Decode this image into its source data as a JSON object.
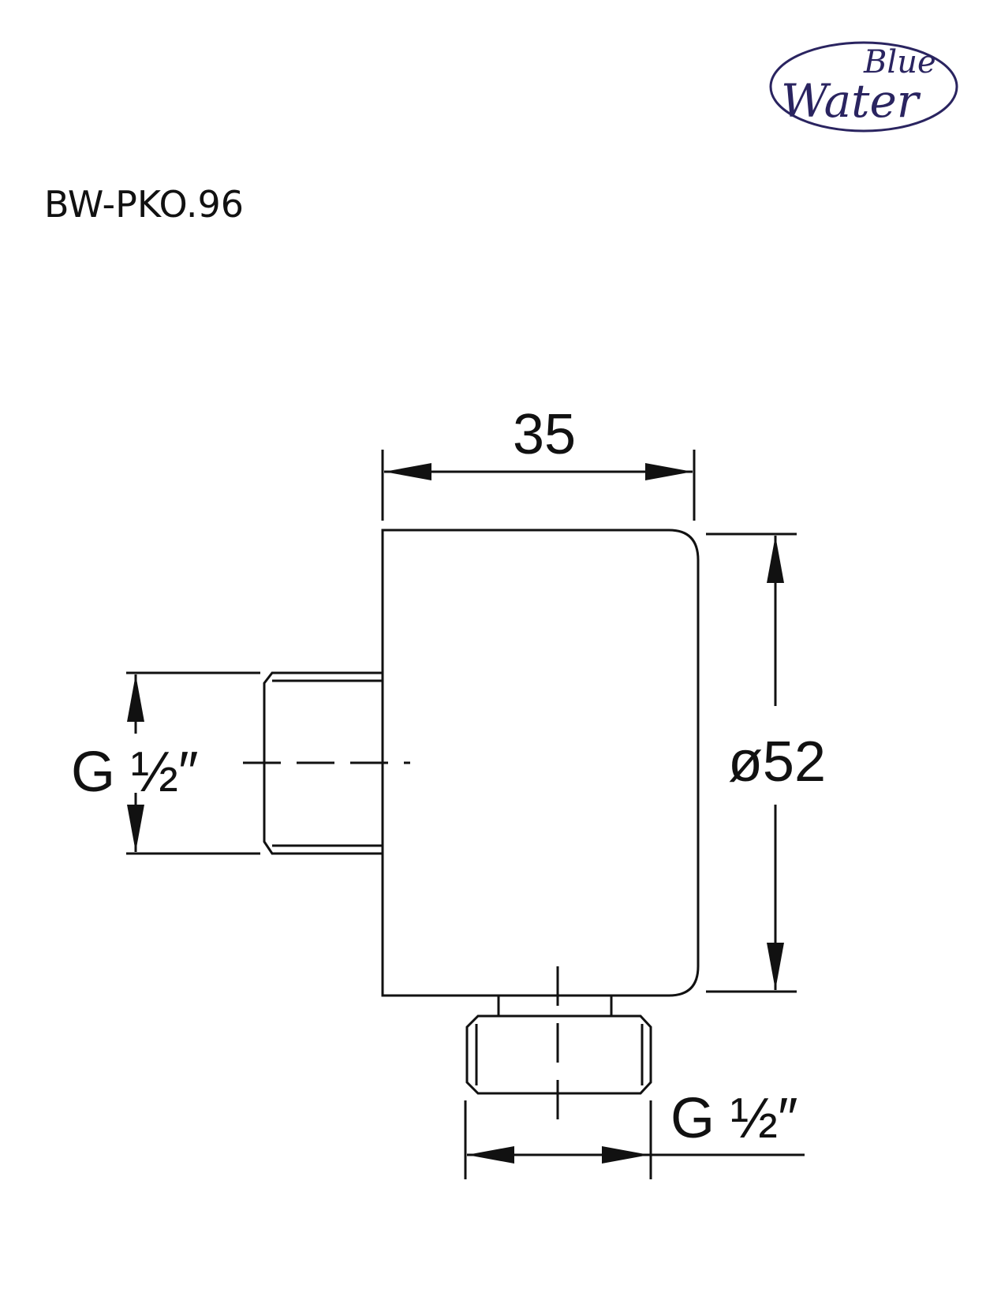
{
  "logo": {
    "brand_word_1": "Blue",
    "brand_word_2": "Water",
    "color": "#2a2460"
  },
  "model_code": "BW-PKO.96",
  "dimensions": {
    "width_label": "35",
    "diameter_label": "ø52",
    "inlet_thread_label": "G ½″",
    "outlet_thread_label": "G ½″"
  },
  "line_color": "#111111"
}
